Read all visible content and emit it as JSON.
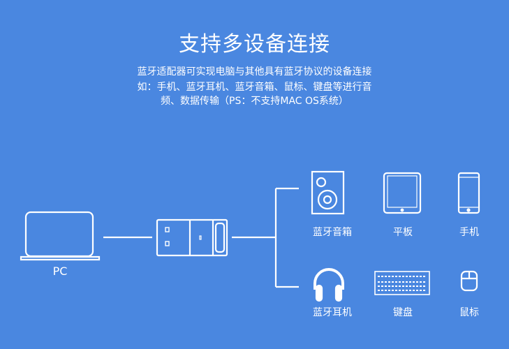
{
  "title": "支持多设备连接",
  "description": [
    "蓝牙适配器可实现电脑与其他具有蓝牙协议的设备连接",
    "如：手机、蓝牙耳机、蓝牙音箱、鼠标、键盘等进行音",
    "频、数据传输（PS：不支持MAC OS系统）"
  ],
  "source_label": "PC",
  "devices": [
    {
      "label": "蓝牙音箱",
      "icon": "speaker-icon"
    },
    {
      "label": "平板",
      "icon": "tablet-icon"
    },
    {
      "label": "手机",
      "icon": "phone-icon"
    },
    {
      "label": "蓝牙耳机",
      "icon": "headphones-icon"
    },
    {
      "label": "键盘",
      "icon": "keyboard-icon"
    },
    {
      "label": "鼠标",
      "icon": "mouse-icon"
    }
  ],
  "colors": {
    "background": "#4a87e0",
    "foreground": "#ffffff"
  }
}
